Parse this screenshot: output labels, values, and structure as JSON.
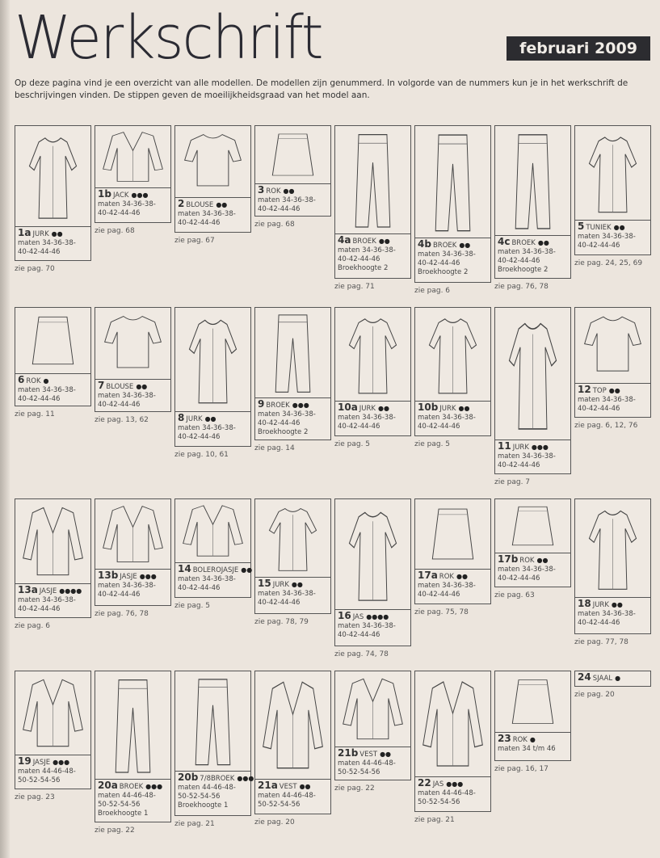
{
  "header": {
    "title": "Werkschrift",
    "issue": "februari 2009",
    "intro": "Op deze pagina vind je een overzicht van alle modellen. De modellen zijn genummerd. In volgorde van de nummers kun je in het werkschrift de beschrijvingen vinden. De stippen geven de moeilijkheidsgraad van het model aan."
  },
  "items": [
    {
      "id": "1a",
      "type": "JURK",
      "dots": "●●",
      "sizes": [
        "maten 34-36-38-",
        "40-42-44-46"
      ],
      "page": "zie pag. 70"
    },
    {
      "id": "1b",
      "type": "JACK",
      "dots": "●●●",
      "sizes": [
        "maten 34-36-38-",
        "40-42-44-46"
      ],
      "page": "zie pag. 68"
    },
    {
      "id": "2",
      "type": "BLOUSE",
      "dots": "●●",
      "sizes": [
        "maten 34-36-38-",
        "40-42-44-46"
      ],
      "page": "zie pag. 67"
    },
    {
      "id": "3",
      "type": "ROK",
      "dots": "●●",
      "sizes": [
        "maten 34-36-38-",
        "40-42-44-46"
      ],
      "page": "zie pag. 68"
    },
    {
      "id": "4a",
      "type": "BROEK",
      "dots": "●●",
      "sizes": [
        "maten 34-36-38-",
        "40-42-44-46"
      ],
      "extra": "Broekhoogte 2",
      "page": "zie pag. 71"
    },
    {
      "id": "4b",
      "type": "BROEK",
      "dots": "●●",
      "sizes": [
        "maten 34-36-38-",
        "40-42-44-46"
      ],
      "extra": "Broekhoogte 2",
      "page": "zie pag. 6"
    },
    {
      "id": "4c",
      "type": "BROEK",
      "dots": "●●",
      "sizes": [
        "maten 34-36-38-",
        "40-42-44-46"
      ],
      "extra": "Broekhoogte 2",
      "page": "zie pag. 76, 78"
    },
    {
      "id": "5",
      "type": "TUNIEK",
      "dots": "●●",
      "sizes": [
        "maten 34-36-38-",
        "40-42-44-46"
      ],
      "page": "zie pag. 24, 25, 69"
    },
    {
      "id": "6",
      "type": "ROK",
      "dots": "●",
      "sizes": [
        "maten 34-36-38-",
        "40-42-44-46"
      ],
      "page": "zie pag. 11"
    },
    {
      "id": "7",
      "type": "BLOUSE",
      "dots": "●●",
      "sizes": [
        "maten 34-36-38-",
        "40-42-44-46"
      ],
      "page": "zie pag. 13, 62"
    },
    {
      "id": "8",
      "type": "JURK",
      "dots": "●●",
      "sizes": [
        "maten 34-36-38-",
        "40-42-44-46"
      ],
      "page": "zie pag. 10, 61"
    },
    {
      "id": "9",
      "type": "BROEK",
      "dots": "●●●",
      "sizes": [
        "maten 34-36-38-",
        "40-42-44-46"
      ],
      "extra": "Broekhoogte 2",
      "page": "zie pag. 14"
    },
    {
      "id": "10a",
      "type": "JURK",
      "dots": "●●",
      "sizes": [
        "maten 34-36-38-",
        "40-42-44-46"
      ],
      "page": "zie pag. 5"
    },
    {
      "id": "10b",
      "type": "JURK",
      "dots": "●●",
      "sizes": [
        "maten 34-36-38-",
        "40-42-44-46"
      ],
      "page": "zie pag. 5"
    },
    {
      "id": "11",
      "type": "JURK",
      "dots": "●●●",
      "sizes": [
        "maten 34-36-38-",
        "40-42-44-46"
      ],
      "page": "zie pag. 7"
    },
    {
      "id": "12",
      "type": "TOP",
      "dots": "●●",
      "sizes": [
        "maten 34-36-38-",
        "40-42-44-46"
      ],
      "page": "zie pag. 6, 12, 76"
    },
    {
      "id": "13a",
      "type": "JASJE",
      "dots": "●●●●",
      "sizes": [
        "maten 34-36-38-",
        "40-42-44-46"
      ],
      "page": "zie pag. 6"
    },
    {
      "id": "13b",
      "type": "JASJE",
      "dots": "●●●",
      "sizes": [
        "maten 34-36-38-",
        "40-42-44-46"
      ],
      "page": "zie pag. 76, 78"
    },
    {
      "id": "14",
      "type": "BOLEROJASJE",
      "dots": "●●",
      "sizes": [
        "maten 34-36-38-",
        "40-42-44-46"
      ],
      "page": "zie pag. 5"
    },
    {
      "id": "15",
      "type": "JURK",
      "dots": "●●",
      "sizes": [
        "maten 34-36-38-",
        "40-42-44-46"
      ],
      "page": "zie pag. 78, 79"
    },
    {
      "id": "16",
      "type": "JAS",
      "dots": "●●●●",
      "sizes": [
        "maten 34-36-38-",
        "40-42-44-46"
      ],
      "page": "zie pag. 74, 78"
    },
    {
      "id": "17a",
      "type": "ROK",
      "dots": "●●",
      "sizes": [
        "maten 34-36-38-",
        "40-42-44-46"
      ],
      "page": "zie pag. 75, 78"
    },
    {
      "id": "17b",
      "type": "ROK",
      "dots": "●●",
      "sizes": [
        "maten 34-36-38-",
        "40-42-44-46"
      ],
      "page": "zie pag. 63"
    },
    {
      "id": "18",
      "type": "JURK",
      "dots": "●●",
      "sizes": [
        "maten 34-36-38-",
        "40-42-44-46"
      ],
      "page": "zie pag. 77, 78"
    },
    {
      "id": "19",
      "type": "JASJE",
      "dots": "●●●",
      "sizes": [
        "maten 44-46-48-",
        "50-52-54-56"
      ],
      "page": "zie pag. 23"
    },
    {
      "id": "20a",
      "type": "BROEK",
      "dots": "●●●",
      "sizes": [
        "maten 44-46-48-",
        "50-52-54-56"
      ],
      "extra": "Broekhoogte 1",
      "page": "zie pag. 22"
    },
    {
      "id": "20b",
      "type": "7/8BROEK",
      "dots": "●●●",
      "sizes": [
        "maten 44-46-48-",
        "50-52-54-56"
      ],
      "extra": "Broekhoogte 1",
      "page": "zie pag. 21"
    },
    {
      "id": "21a",
      "type": "VEST",
      "dots": "●●",
      "sizes": [
        "maten 44-46-48-",
        "50-52-54-56"
      ],
      "page": "zie pag. 20"
    },
    {
      "id": "21b",
      "type": "VEST",
      "dots": "●●",
      "sizes": [
        "maten 44-46-48-",
        "50-52-54-56"
      ],
      "page": "zie pag. 22"
    },
    {
      "id": "22",
      "type": "JAS",
      "dots": "●●●",
      "sizes": [
        "maten 44-46-48-",
        "50-52-54-56"
      ],
      "page": "zie pag. 21"
    },
    {
      "id": "23",
      "type": "ROK",
      "dots": "●",
      "sizes": [
        "maten 34 t/m 46"
      ],
      "page": "zie pag. 16, 17"
    },
    {
      "id": "24",
      "type": "SJAAL",
      "dots": "●",
      "sizes": [],
      "page": "zie pag. 20"
    }
  ]
}
